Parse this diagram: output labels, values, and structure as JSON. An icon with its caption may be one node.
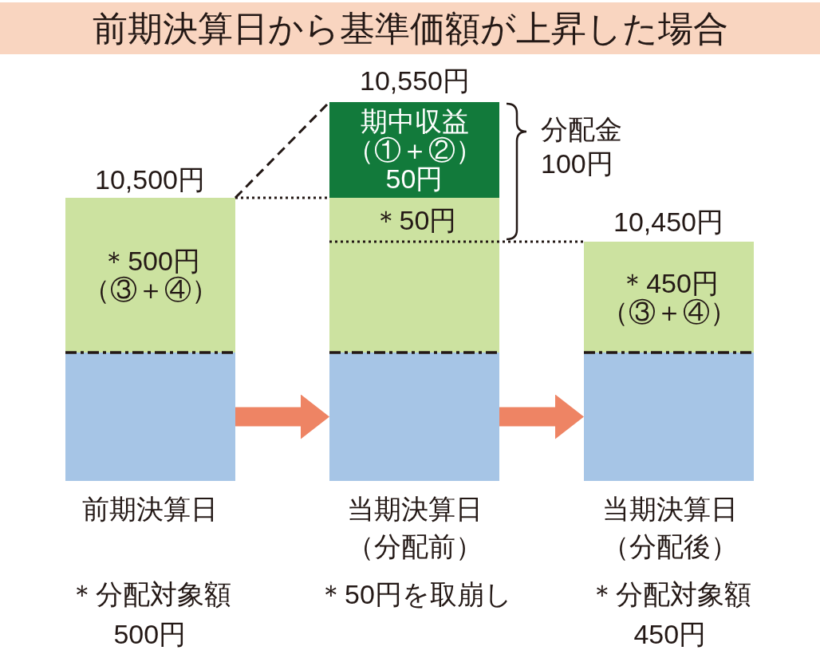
{
  "diagram": {
    "title": "前期決算日から基準価額が上昇した場合",
    "nodes": [
      {
        "text": [
          "＊500円",
          "（③＋④）"
        ],
        "beside": [
          "10,500円"
        ]
      },
      {
        "text": [],
        "shape": "box",
        "beside": [
          "前期決算日",
          "＊分配対象額500円"
        ]
      },
      {
        "text": [
          "期中収益",
          "（①＋②）",
          "50円"
        ],
        "beside": [
          "10,550円"
        ]
      },
      {
        "text": [
          "＊50円"
        ]
      },
      {
        "text": [],
        "shape": "box"
      },
      {
        "text": [],
        "shape": "box",
        "beside": [
          "当期決算日（分配前）",
          "＊50円を取崩し"
        ]
      },
      {
        "text": [
          "＊450円",
          "（③＋④）"
        ],
        "beside": [
          "10,450円"
        ]
      },
      {
        "text": [],
        "shape": "box",
        "beside": [
          "当期決算日（分配後）",
          "＊分配対象額450円"
        ]
      }
    ],
    "edges": [
      {
        "from": 1,
        "to": 5,
        "arrow": "to",
        "style": "thick",
        "color": "#ee8464"
      },
      {
        "from": 5,
        "to": 7,
        "arrow": "to",
        "style": "thick",
        "color": "#ee8464"
      },
      {
        "from": 0,
        "to": 2,
        "arrow": "none",
        "style": "dashed"
      },
      {
        "from": 0,
        "to": 3,
        "arrow": "none",
        "style": "dashed"
      },
      {
        "from": 3,
        "to": 6,
        "arrow": "none",
        "style": "dashed"
      }
    ],
    "labels": [
      "分配金100円"
    ]
  }
}
